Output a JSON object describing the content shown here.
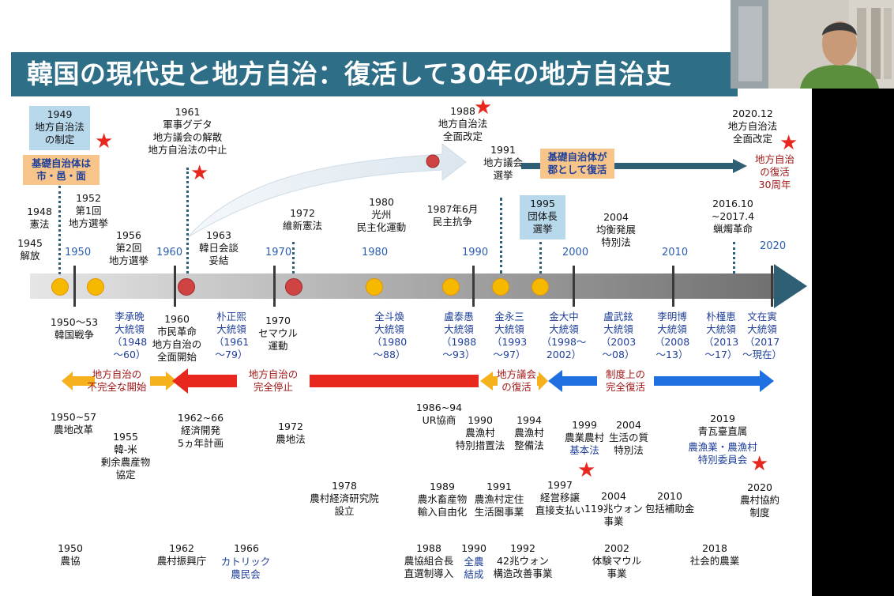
{
  "title": "韓国の現代史と地方自治：復活して30年の地方自治史",
  "decades": [
    "1950",
    "1960",
    "1970",
    "1980",
    "1990",
    "2000",
    "2010",
    "2020"
  ],
  "top_events": {
    "e1949": "1949\n地方自治法\nの制定",
    "box_kiso": "基礎自治体は\n市・邑・面",
    "e1961": "1961\n軍事グデタ\n地方議会の解散\n地方自治法の中止",
    "e1948": "1948\n憲法",
    "e1945": "1945\n解放",
    "e1952": "1952\n第1回\n地方選挙",
    "e1956": "1956\n第2回\n地方選挙",
    "e1963": "1963\n韓日会談\n妥結",
    "e1972": "1972\n維新憲法",
    "e1980": "1980\n光州\n民主化運動",
    "e1987": "1987年6月\n民主抗争",
    "e1988": "1988\n地方自治法\n全面改定",
    "e1991": "1991\n地方議会\n選挙",
    "box_gun": "基礎自治体が\n郡として復活",
    "e1995": "1995\n団体長\n選挙",
    "e2004": "2004\n均衡発展\n特別法",
    "e2016": "2016.10\n~2017.4\n蝋燭革命",
    "e2020": "2020.12\n地方自治法\n全面改定",
    "e2020b": "地方自治\nの復活\n30周年"
  },
  "below_events": {
    "war": "1950～53\n韓国戦争",
    "p_rhee": "李承晩\n大統領\n（1948\n～60）",
    "rev1960": "1960\n市民革命\n地方自治の\n全面開始",
    "p_park": "朴正煕\n大統領\n（1961\n～79）",
    "saemaul": "1970\nセマウル\n運動",
    "p_chun": "全斗煥\n大統領\n（1980\n～88）",
    "p_roh": "盧泰愚\n大統領\n（1988\n～93）",
    "p_kimys": "金永三\n大統領\n（1993\n～97）",
    "p_kimdj": "金大中\n大統領\n（1998～\n2002）",
    "p_rohmh": "盧武鉉\n大統領\n（2003\n～08）",
    "p_lee": "李明博\n大統領\n（2008\n～13）",
    "p_parkgh": "朴槿恵\n大統領\n（2013\n～17）",
    "p_moon": "文在寅\n大統領\n（2017\n～現在）"
  },
  "phases": {
    "incomplete": "地方自治の\n不完全な開始",
    "stop": "地方自治の\n完全停止",
    "revival": "地方議会\nの復活",
    "full": "制度上の\n完全復活"
  },
  "agri_events": {
    "a1950_57": "1950~57\n農地改革",
    "a1955": "1955\n韓-米\n剰余農産物\n協定",
    "a1962_66": "1962~66\n経済開発\n5ヵ年計画",
    "a1972": "1972\n農地法",
    "a1978": "1978\n農村経済研究院\n設立",
    "a1986": "1986~94\nUR協商",
    "a1990": "1990\n農漁村\n特別措置法",
    "a1994": "1994\n農漁村\n整備法",
    "a1999": "1999\n農業農村",
    "a1999b": "基本法",
    "a2004": "2004\n生活の質\n特別法",
    "a2019": "2019\n青瓦臺直属",
    "a2019b": "農漁業・農漁村\n特別委員会",
    "a1989": "1989\n農水畜産物\n輸入自由化",
    "a1991": "1991\n農漁村定住\n生活圏事業",
    "a1997": "1997\n経営移譲\n直接支払い",
    "a2004b": "2004\n119兆ウォン\n事業",
    "a2010": "2010\n包括補助金",
    "a2020": "2020\n農村協約\n制度",
    "a1950": "1950\n農協",
    "a1962": "1962\n農村振興庁",
    "a1966": "1966",
    "a1966b": "カトリック\n農民会",
    "a1988": "1988\n農協組合長\n直選制導入",
    "a1990b": "1990",
    "a1990c": "全農\n結成",
    "a1992": "1992\n42兆ウォン\n構造改善事業",
    "a2002": "2002\n体験マウル\n事業",
    "a2018": "2018\n社会的農業"
  },
  "colors": {
    "title_bg": "#2e6e86",
    "timeline": "#9a9a9a",
    "arrow_red": "#e8281e",
    "arrow_orange": "#f5b21c",
    "arrow_blue": "#1e6fe0",
    "star": "#e8281e",
    "decade_blue": "#2a5db0"
  }
}
